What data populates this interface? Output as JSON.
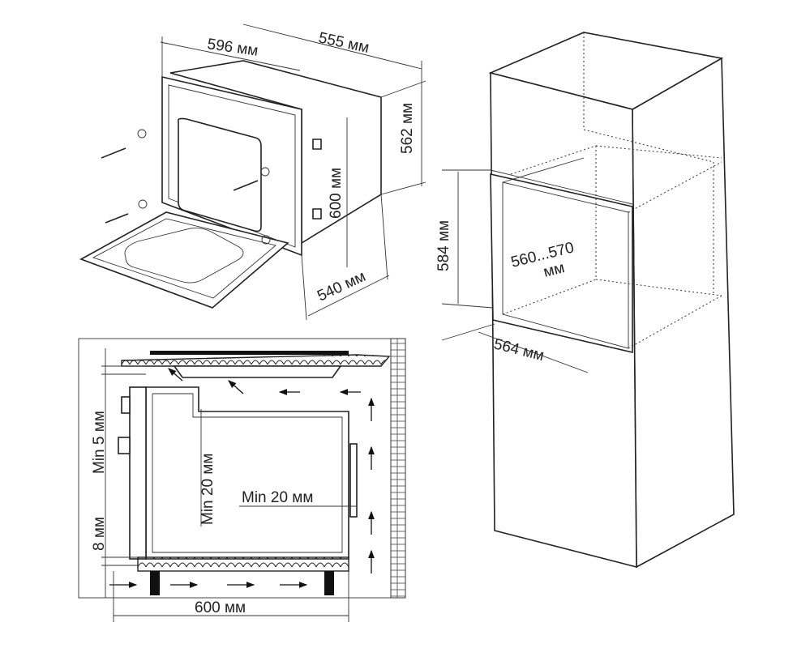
{
  "oven_view": {
    "width": "596 мм",
    "depth": "555 мм",
    "height": "562 мм",
    "front_height": "600 мм",
    "body_depth": "540 мм"
  },
  "cabinet_view": {
    "niche_height": "584 мм",
    "niche_width": "560...570",
    "niche_width_unit": "мм",
    "niche_depth": "564 мм"
  },
  "section_view": {
    "top_gap": "Min 5 мм",
    "rear_gap_vertical": "Min 20 мм",
    "rear_gap": "Min 20 мм",
    "bottom_gap": "8 мм",
    "width": "600 мм"
  }
}
